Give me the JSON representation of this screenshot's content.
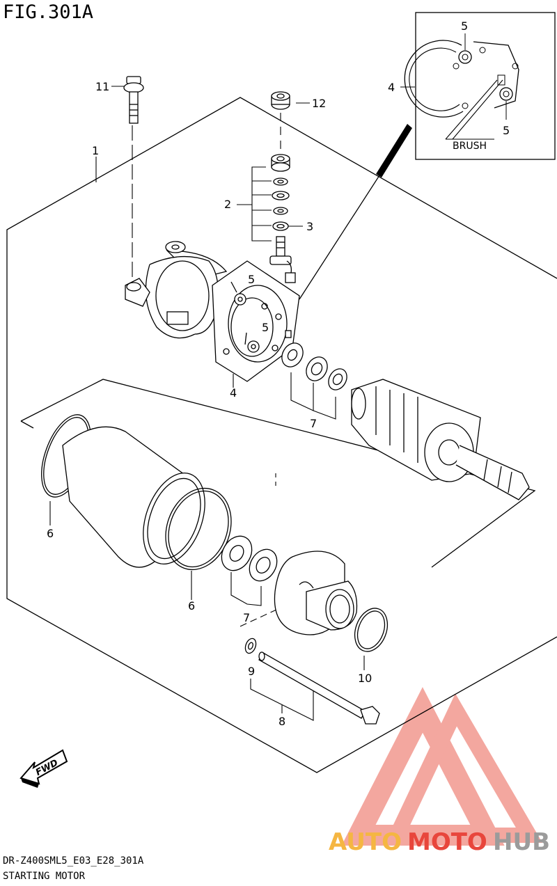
{
  "figure": {
    "title": "FIG.301A",
    "code": "DR-Z400SML5_E03_E28_301A",
    "name": "STARTING MOTOR"
  },
  "callouts": {
    "c1": "1",
    "c2": "2",
    "c3": "3",
    "c4": "4",
    "c4_inset": "4",
    "c5_a": "5",
    "c5_b": "5",
    "c5_inset_top": "5",
    "c5_inset_bottom": "5",
    "c6_a": "6",
    "c6_b": "6",
    "c7_a": "7",
    "c7_b": "7",
    "c8": "8",
    "c9": "9",
    "c10": "10",
    "c11": "11",
    "c12": "12"
  },
  "inset": {
    "brush_label": "BRUSH"
  },
  "fwd_label": "FWD",
  "watermark": {
    "part1": "AUTO",
    "part2": "MOTO",
    "part3": "HUB",
    "colors": {
      "orange": "#f5b642",
      "red": "#e8463c",
      "gray": "#9b9b9b",
      "logo": "#f08a80"
    }
  }
}
